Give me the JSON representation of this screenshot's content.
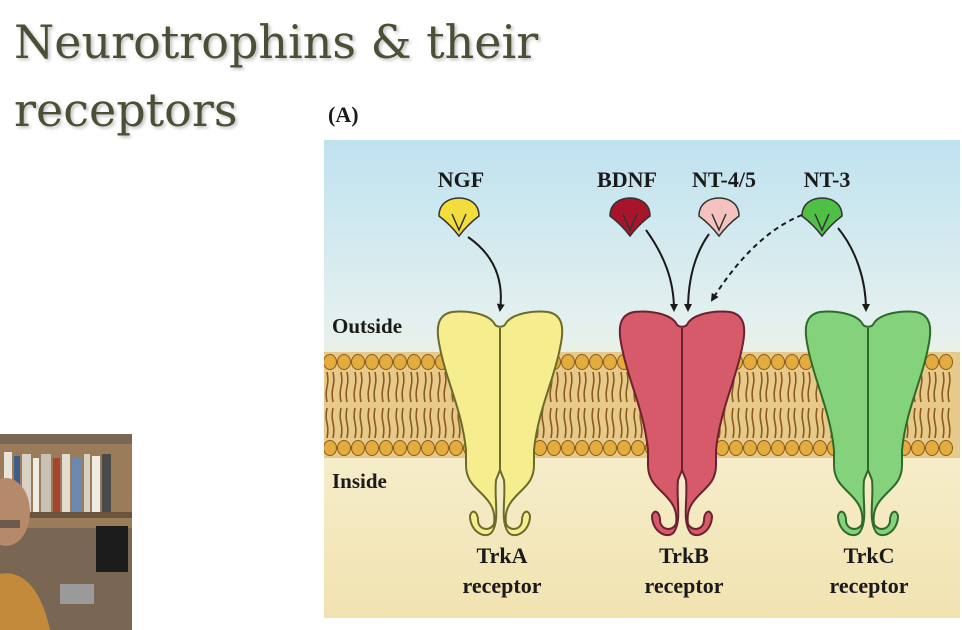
{
  "slide": {
    "title_line1": "Neurotrophins & their",
    "title_line2": "receptors",
    "panel_label": "(A)"
  },
  "diagram": {
    "ligands": [
      {
        "name": "NGF",
        "color": "#f2dd3c"
      },
      {
        "name": "BDNF",
        "color": "#a8142c"
      },
      {
        "name": "NT-4/5",
        "color": "#f4c3c0"
      },
      {
        "name": "NT-3",
        "color": "#4fbf46"
      }
    ],
    "region_outside": "Outside",
    "region_inside": "Inside",
    "receptors": [
      {
        "name": "TrkA",
        "sub": "receptor",
        "color": "#f6ee8e"
      },
      {
        "name": "TrkB",
        "sub": "receptor",
        "color": "#d65a6a"
      },
      {
        "name": "TrkC",
        "sub": "receptor",
        "color": "#84d37c"
      }
    ],
    "colors": {
      "extracellular_top": "#bfe2ef",
      "intracellular": "#f1e3b0",
      "lipid_head": "#e2ad3e",
      "lipid_tail": "#8a5a1e"
    }
  }
}
